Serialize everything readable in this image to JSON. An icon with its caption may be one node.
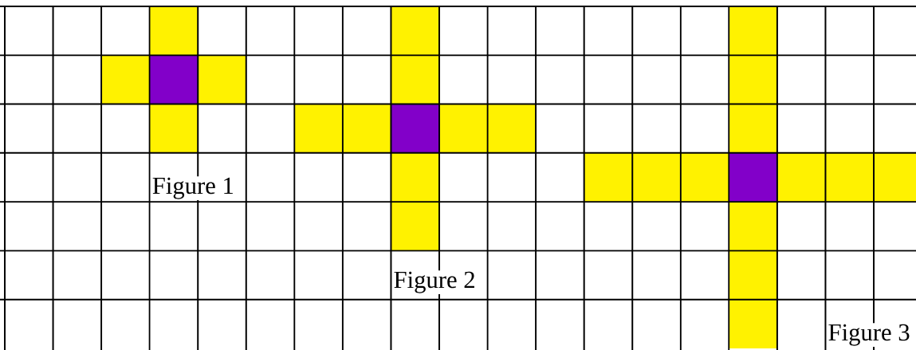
{
  "diagram": {
    "labels": [
      "Figure 1",
      "Figure 2",
      "Figure 3"
    ]
  }
}
